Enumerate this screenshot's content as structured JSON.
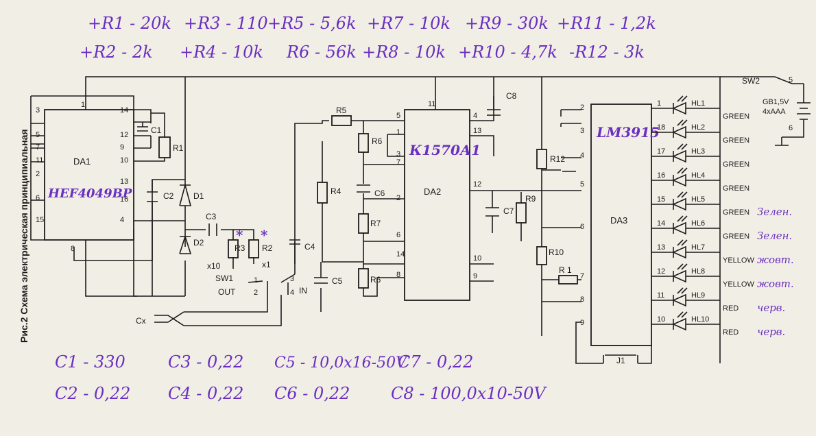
{
  "colors": {
    "ink": "#1c1c1c",
    "handwriting": "#6a2fc0",
    "paper": "#f1eee6"
  },
  "caption": "Рис.2 Схема электрическая принципиальная",
  "resistor_values": [
    "+R1 - 20k",
    "+R3 - 110",
    "+R5 - 5,6k",
    "+R7 - 10k",
    "+R9 - 30k",
    "+R11 - 1,2k",
    "+R2 - 2k",
    "+R4 - 10k",
    "R6 - 56k",
    "+R8 - 10k",
    "+R10 - 4,7k",
    "-R12 - 3k"
  ],
  "capacitor_values": [
    "C1 - 330",
    "C3 - 0,22",
    "C5 - 10,0x16-50V",
    "C7 - 0,22",
    "C2 - 0,22",
    "C4 - 0,22",
    "C6 - 0,22",
    "C8 - 100,0x10-50V"
  ],
  "chips": {
    "da1": {
      "name": "DA1",
      "part": "HEF4049BP",
      "pins_left": [
        "3",
        "5",
        "7",
        "11",
        "2",
        "6",
        "15"
      ],
      "pins_right": [
        "14",
        "12",
        "9",
        "10",
        "13",
        "16",
        "4"
      ],
      "pin_top": "1",
      "pin_bottom": "8"
    },
    "da2": {
      "name": "DA2",
      "part": "К1570А1",
      "pins_left": [
        "5",
        "1",
        "3",
        "7",
        "2",
        "6",
        "14",
        "8"
      ],
      "pins_right": [
        "4",
        "13",
        "12"
      ],
      "pin_top": "11",
      "pins_out": [
        "10",
        "9"
      ]
    },
    "da3": {
      "name": "DA3",
      "part": "LM3915",
      "pins_left": [
        "2",
        "3",
        "4",
        "5",
        "6",
        "7",
        "8",
        "9"
      ],
      "pins_right": [
        "1",
        "18",
        "17",
        "16",
        "15",
        "14",
        "13",
        "12",
        "11",
        "10"
      ]
    }
  },
  "components": {
    "r1": "R1",
    "r2": "R2",
    "r3": "R3",
    "r4": "R4",
    "r5": "R5",
    "r6a": "R6",
    "r6b": "R6",
    "r7": "R7",
    "r9": "R9",
    "r10": "R10",
    "r11": "R 1",
    "r12": "R12",
    "c1": "C1",
    "c2": "C2",
    "c3": "C3",
    "c4": "C4",
    "c5": "C5",
    "c6": "C6",
    "c7": "C7",
    "c8": "C8",
    "d1": "D1",
    "d2": "D2",
    "sw1": "SW1",
    "sw2": "SW2",
    "j1": "J1",
    "cx": "Cx",
    "x10": "x10",
    "x1": "x1",
    "out": "OUT",
    "in": "IN",
    "battery": "GB1,5V",
    "battery_type": "4xAAA",
    "sw1_pins": [
      "1",
      "2",
      "3",
      "4"
    ],
    "sw2_pins": [
      "5",
      "6"
    ],
    "marks": [
      "*",
      "*"
    ]
  },
  "leds": [
    {
      "id": "HL1",
      "color": "GREEN",
      "note": ""
    },
    {
      "id": "HL2",
      "color": "GREEN",
      "note": ""
    },
    {
      "id": "HL3",
      "color": "GREEN",
      "note": ""
    },
    {
      "id": "HL4",
      "color": "GREEN",
      "note": ""
    },
    {
      "id": "HL5",
      "color": "GREEN",
      "note": "Зелен."
    },
    {
      "id": "HL6",
      "color": "GREEN",
      "note": "Зелен."
    },
    {
      "id": "HL7",
      "color": "YELLOW",
      "note": "жовт."
    },
    {
      "id": "HL8",
      "color": "YELLOW",
      "note": "жовт."
    },
    {
      "id": "HL9",
      "color": "RED",
      "note": "черв."
    },
    {
      "id": "HL10",
      "color": "RED",
      "note": "черв."
    }
  ]
}
